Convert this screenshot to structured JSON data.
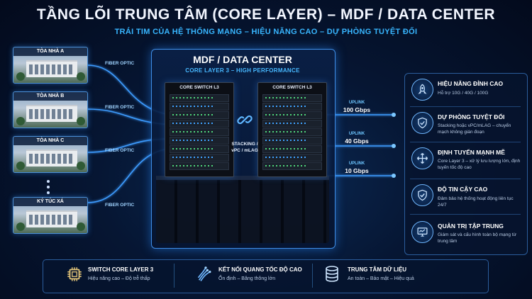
{
  "header": {
    "title": "TẦNG LÕI TRUNG TÂM (CORE LAYER) – MDF / DATA CENTER",
    "subtitle": "TRÁI TIM CỦA HỆ THỐNG MẠNG – HIỆU NĂNG CAO – DỰ PHÒNG TUYỆT ĐỐI"
  },
  "buildings": [
    {
      "label": "TÒA NHÀ A",
      "link": "FIBER OPTIC"
    },
    {
      "label": "TÒA NHÀ B",
      "link": "FIBER OPTIC"
    },
    {
      "label": "TÒA NHÀ C",
      "link": "FIBER OPTIC"
    },
    {
      "label": "KÝ TÚC XÁ",
      "link": "FIBER OPTIC"
    }
  ],
  "mdf": {
    "title": "MDF / DATA CENTER",
    "subtitle": "CORE LAYER 3 – HIGH PERFORMANCE",
    "switch_left": "CORE SWITCH L3",
    "switch_right": "CORE SWITCH L3",
    "stacking_line1": "STACKING /",
    "stacking_line2": "vPC / mLAG"
  },
  "uplinks": [
    {
      "label": "UPLINK",
      "speed": "100 Gbps"
    },
    {
      "label": "UPLINK",
      "speed": "40 Gbps"
    },
    {
      "label": "UPLINK",
      "speed": "10 Gbps"
    }
  ],
  "features": [
    {
      "icon": "rocket-icon",
      "title": "HIỆU NĂNG ĐỈNH CAO",
      "desc": "Hỗ trợ 10G / 40G / 100G"
    },
    {
      "icon": "shield-icon",
      "title": "DỰ PHÒNG TUYỆT ĐỐI",
      "desc": "Stacking hoặc vPC/mLAG – chuyển mạch không gián đoạn"
    },
    {
      "icon": "routing-arrows-icon",
      "title": "ĐỊNH TUYẾN MẠNH MẼ",
      "desc": "Core Layer 3 – xử lý lưu lượng lớn, định tuyến tốc độ cao"
    },
    {
      "icon": "shield-check-icon",
      "title": "ĐỘ TIN CẬY CAO",
      "desc": "Đảm bảo hệ thống hoạt động liên tục 24/7"
    },
    {
      "icon": "monitor-icon",
      "title": "QUẢN TRỊ TẬP TRUNG",
      "desc": "Giám sát và cấu hình toàn bộ mạng từ trung tâm"
    }
  ],
  "bottom": [
    {
      "icon": "chip-icon",
      "title": "SWITCH CORE LAYER 3",
      "desc": "Hiệu năng cao – Độ trễ thấp"
    },
    {
      "icon": "fiber-icon",
      "title": "KẾT NỐI QUANG TỐC ĐỘ CAO",
      "desc": "Ổn định – Băng thông lớn"
    },
    {
      "icon": "database-icon",
      "title": "TRUNG TÂM DỮ LIỆU",
      "desc": "An toàn – Bảo mật – Hiệu quả"
    }
  ],
  "colors": {
    "accent": "#38b6ff",
    "line": "#2f8cff",
    "bg": "#061633"
  }
}
